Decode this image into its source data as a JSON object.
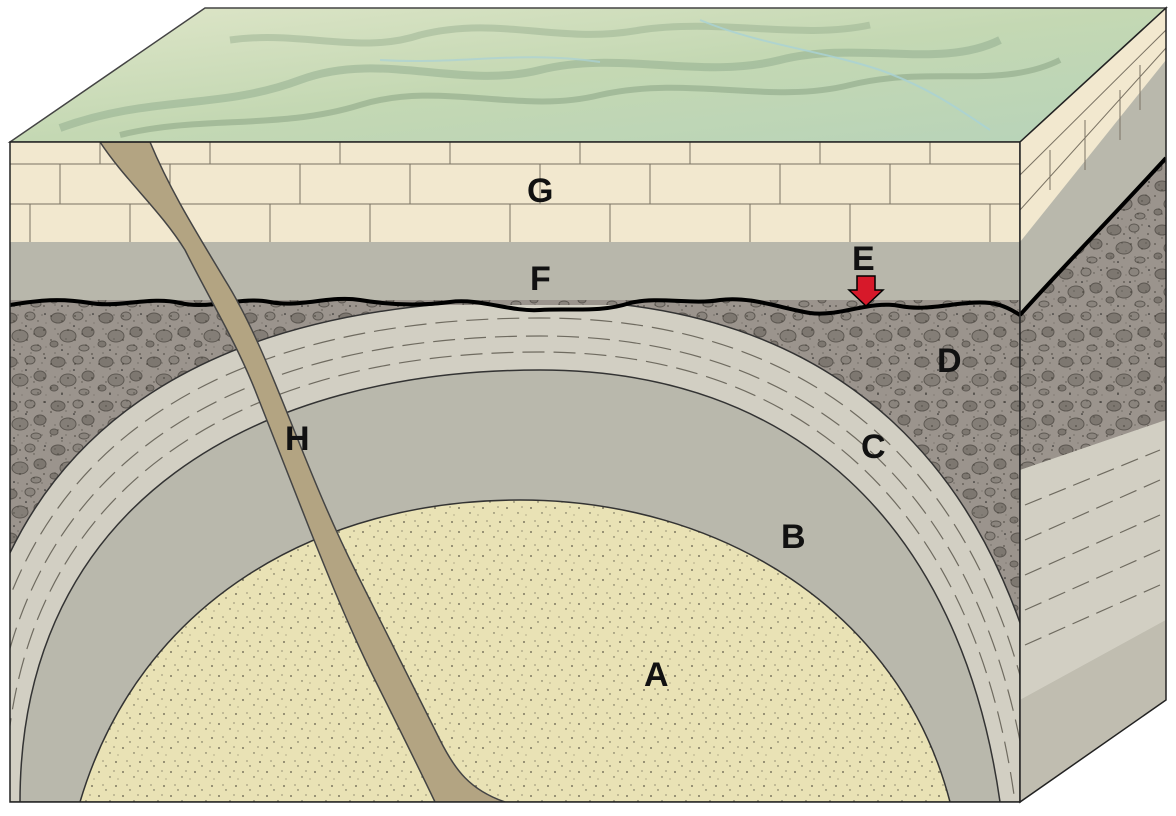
{
  "labels": {
    "A": "A",
    "B": "B",
    "C": "C",
    "D": "D",
    "E": "E",
    "F": "F",
    "G": "G",
    "H": "H"
  },
  "colors": {
    "layer_a_sandstone": "#e9e2b5",
    "layer_b_gray": "#b9b8ac",
    "layer_c_shale": "#d2cfc3",
    "layer_d_conglomerate": "#9b948d",
    "layer_f_gray": "#b8b7ab",
    "layer_g_limestone": "#f2e8cf",
    "dike_h": "#b3a482",
    "unconformity_e": "#000000",
    "arrow_e": "#d7192a",
    "surface_terrain": "#c7ddb8"
  }
}
